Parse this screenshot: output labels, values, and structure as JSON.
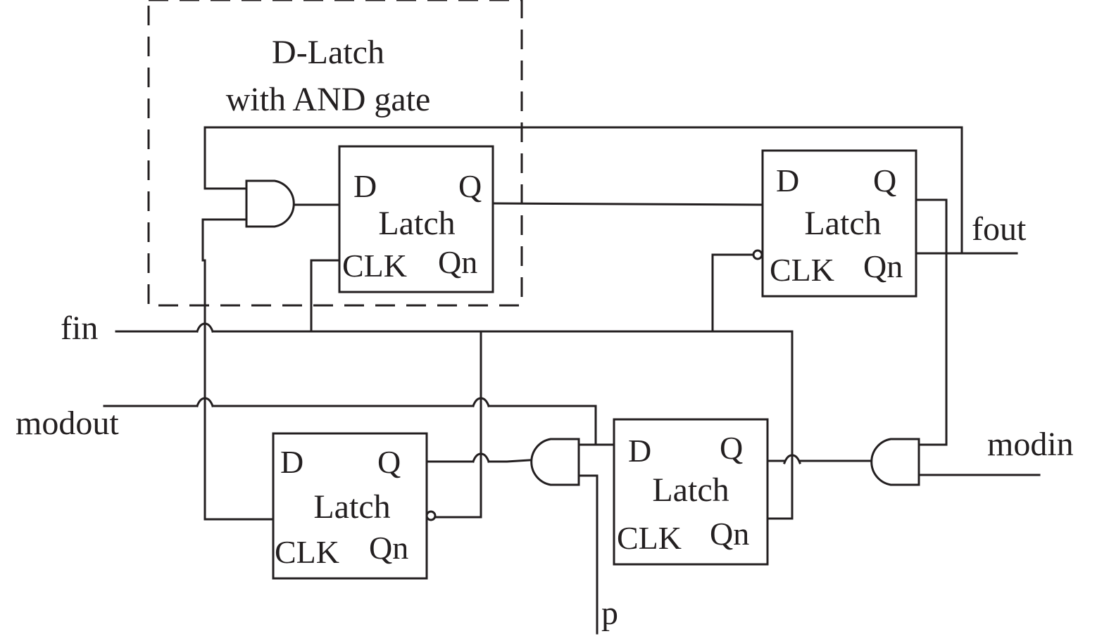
{
  "title": {
    "line1": "D-Latch",
    "line2": "with AND gate"
  },
  "signals": {
    "fin": "fin",
    "modout": "modout",
    "fout": "fout",
    "modin": "modin",
    "p": "p"
  },
  "latch": {
    "d": "D",
    "q": "Q",
    "name": "Latch",
    "clk": "CLK",
    "qn": "Qn"
  },
  "latches": [
    {
      "id": "latch-1"
    },
    {
      "id": "latch-2"
    },
    {
      "id": "latch-3"
    },
    {
      "id": "latch-4"
    }
  ],
  "gates": [
    {
      "id": "and-gate-1",
      "type": "AND"
    },
    {
      "id": "and-gate-2",
      "type": "AND"
    },
    {
      "id": "and-gate-3",
      "type": "AND"
    }
  ]
}
